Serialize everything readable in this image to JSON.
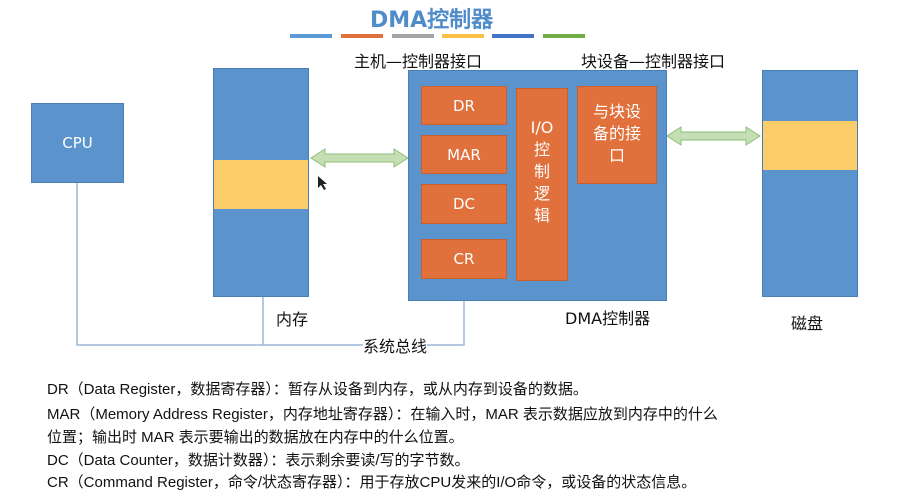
{
  "title": "DMA控制器",
  "title_bars": [
    "#5b9bd5",
    "#e0703c",
    "#a5a5a5",
    "#fbc146",
    "#4472c4",
    "#70ad47"
  ],
  "labels": {
    "host_interface": "主机—控制器接口",
    "device_interface": "块设备—控制器接口",
    "cpu": "CPU",
    "memory": "内存",
    "dma": "DMA控制器",
    "disk": "磁盘",
    "bus": "系统总线"
  },
  "registers": [
    "DR",
    "MAR",
    "DC",
    "CR"
  ],
  "io_logic": [
    "I/O",
    "控",
    "制",
    "逻",
    "辑"
  ],
  "device_port": [
    "与块设",
    "备的接",
    "口"
  ],
  "notes": [
    "DR（Data Register，数据寄存器）：暂存从设备到内存，或从内存到设备的数据。",
    "MAR（Memory Address Register，内存地址寄存器）：在输入时，MAR 表示数据应放到内存中的什么",
    "位置；输出时 MAR 表示要输出的数据放在内存中的什么位置。",
    "DC（Data Counter，数据计数器）：表示剩余要读/写的字节数。",
    "CR（Command Register，命令/状态寄存器）：用于存放CPU发来的I/O命令，或设备的状态信息。"
  ]
}
